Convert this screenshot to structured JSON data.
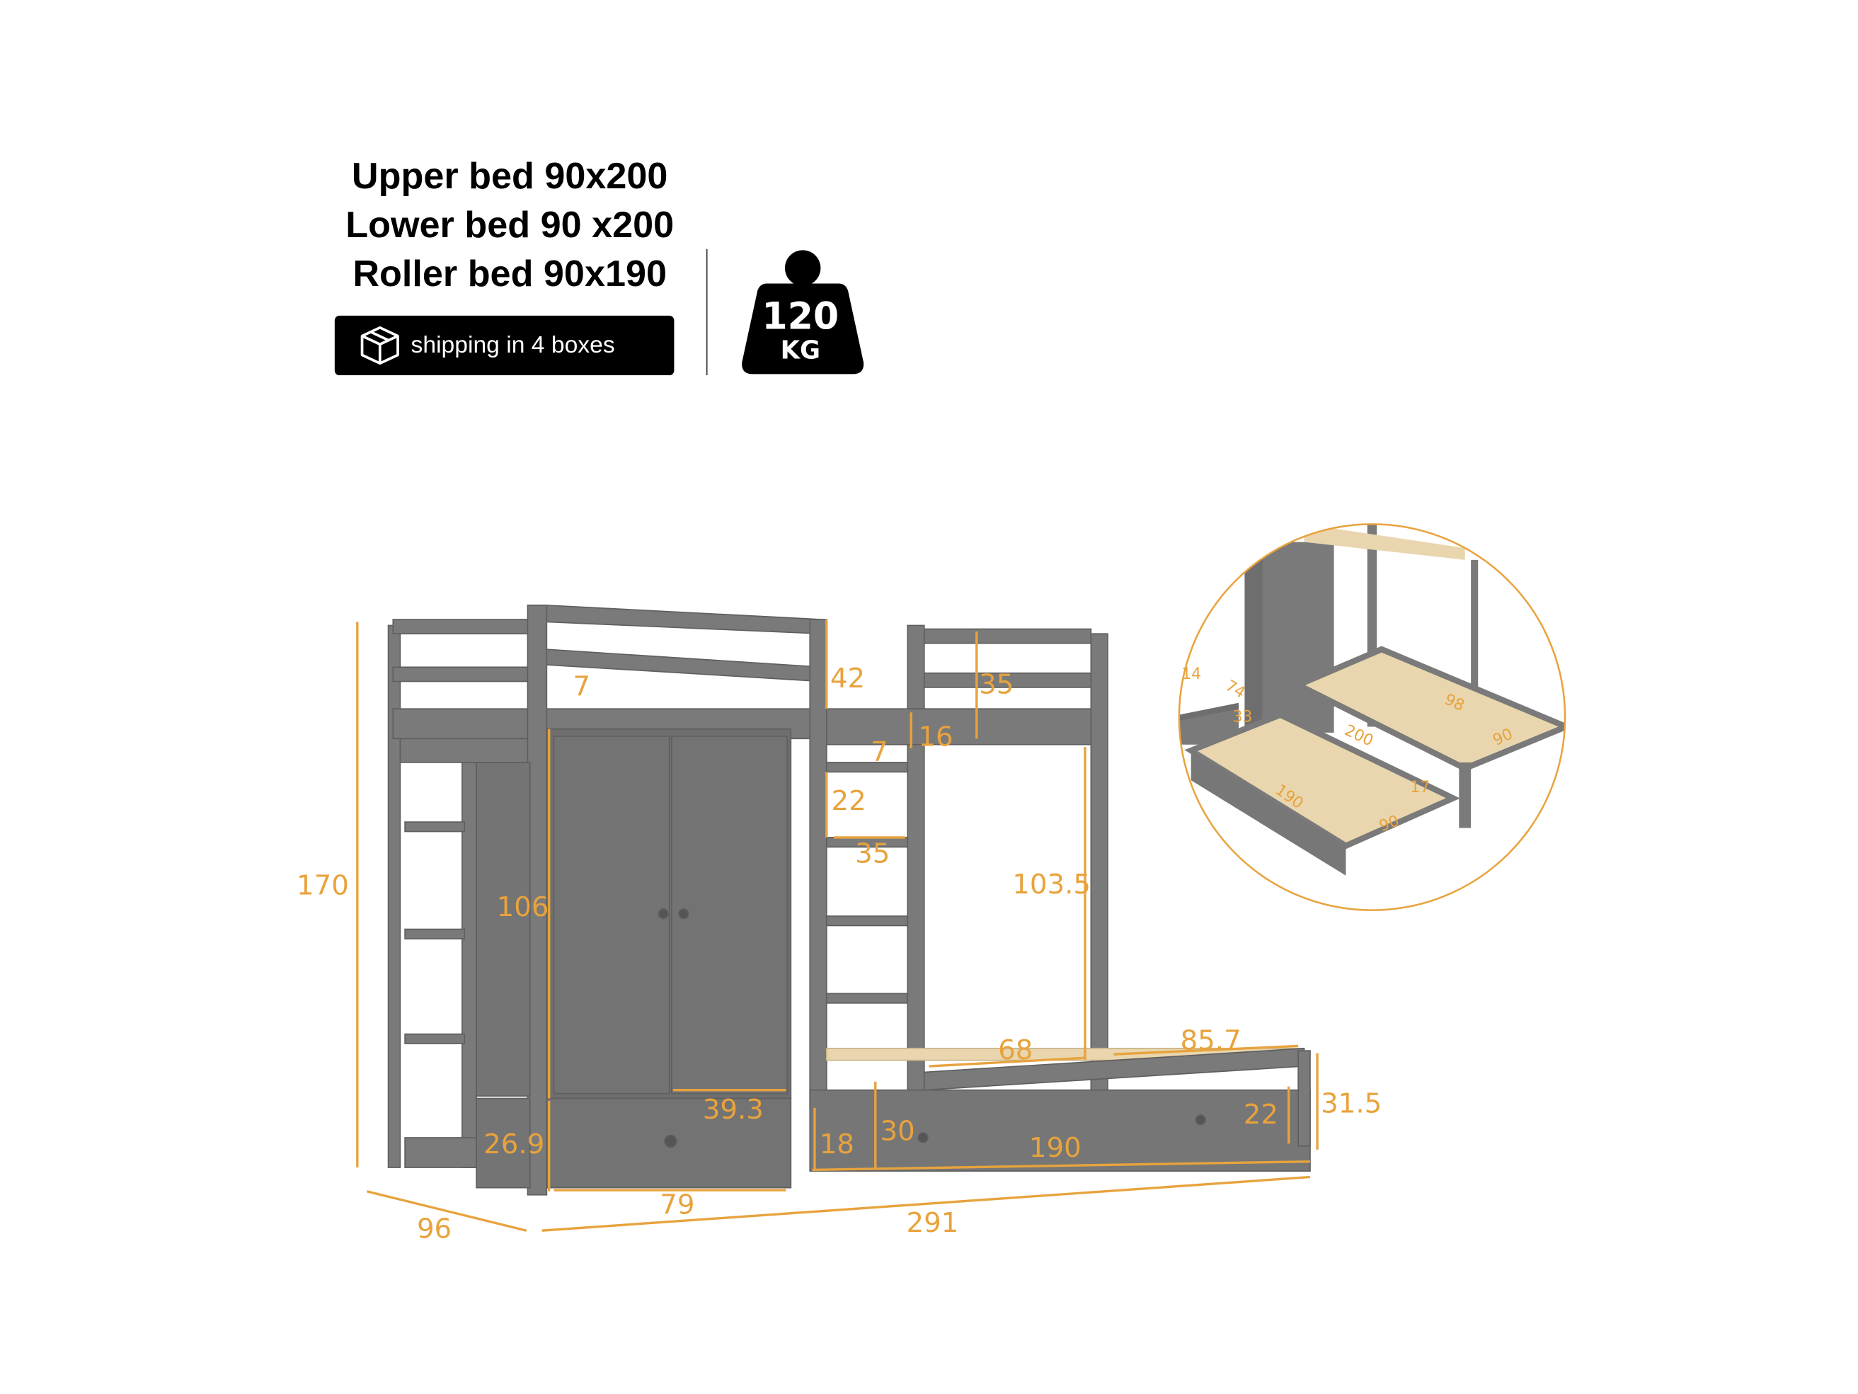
{
  "specs": {
    "upper_bed": "Upper bed 90x200",
    "lower_bed": "Lower bed 90 x200",
    "roller_bed": "Roller bed 90x190",
    "shipping": "shipping in 4 boxes",
    "weight_value": "120",
    "weight_unit": "KG"
  },
  "colors": {
    "dimension": "#E8A33D",
    "wood": "#7a7a7a",
    "slat": "#e9d6ae"
  },
  "dimensions": {
    "rail_gap": "7",
    "guard_height": "42",
    "right_guard": "35",
    "rail_16": "16",
    "rail_7": "7",
    "ladder_step": "22",
    "ladder_width": "35",
    "total_height": "170",
    "wardrobe_height": "106",
    "lower_clearance": "103.5",
    "lower_68": "68",
    "lower_85_7": "85.7",
    "wardrobe_depth": "39.3",
    "drawer_height": "26.9",
    "base_18": "18",
    "base_30": "30",
    "roller_length": "190",
    "roller_22": "22",
    "roller_31_5": "31.5",
    "wardrobe_width": "79",
    "total_length": "291",
    "total_depth": "96"
  },
  "inset_dimensions": {
    "step_h": "14",
    "step_l": "74",
    "step_d": "33",
    "bed_98": "98",
    "bed_200": "200",
    "bed_90": "90",
    "roller_190": "190",
    "roller_17": "17",
    "roller_90": "90"
  }
}
